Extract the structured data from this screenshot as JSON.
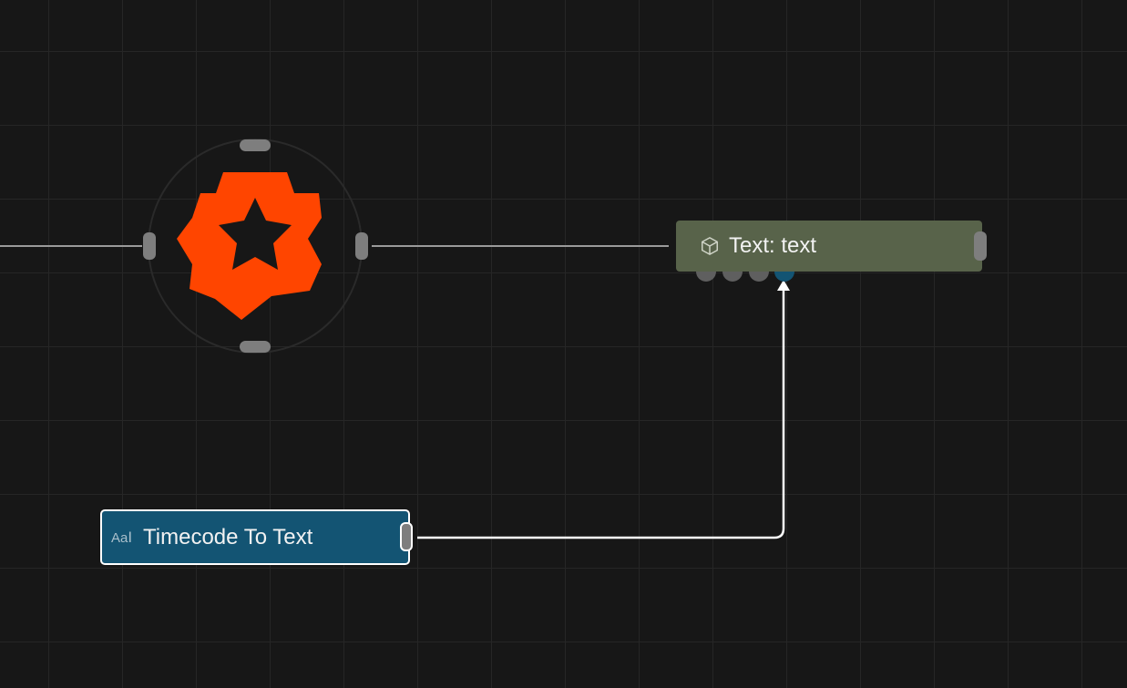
{
  "canvas": {
    "grid_color": "#262626",
    "background_color": "#171717"
  },
  "logo_node": {
    "icon": "logo-icon",
    "color": "#ff4500"
  },
  "text_node": {
    "title": "Text: text",
    "icon": "cube-icon",
    "color": "#58634a"
  },
  "timecode_node": {
    "title": "Timecode To Text",
    "icon_label": "Aa",
    "icon": "text-type-icon",
    "color": "#135473"
  },
  "wires": {
    "link_color": "#9a9a9a",
    "active_color": "#ffffff"
  }
}
